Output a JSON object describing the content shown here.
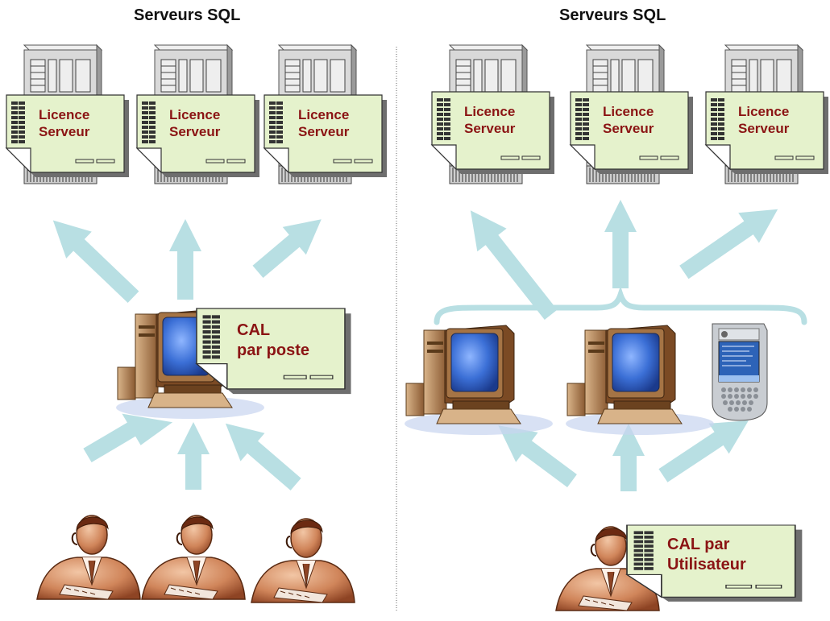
{
  "left_panel": {
    "title": "Serveurs SQL",
    "server_license": {
      "line1": "Licence",
      "line2": "Serveur"
    },
    "device_cal": {
      "line1": "CAL",
      "line2": "par poste"
    }
  },
  "right_panel": {
    "title": "Serveurs SQL",
    "server_license": {
      "line1": "Licence",
      "line2": "Serveur"
    },
    "user_cal": {
      "line1": "CAL par",
      "line2": "Utilisateur"
    }
  },
  "colors": {
    "arrow": "#b8dfe3",
    "note_fill": "#e5f2cc",
    "note_text": "#8b1414",
    "server_body": "#d9d9d9",
    "monitor_screen": "#3b6fd6",
    "person_skin": "#c8724a"
  }
}
